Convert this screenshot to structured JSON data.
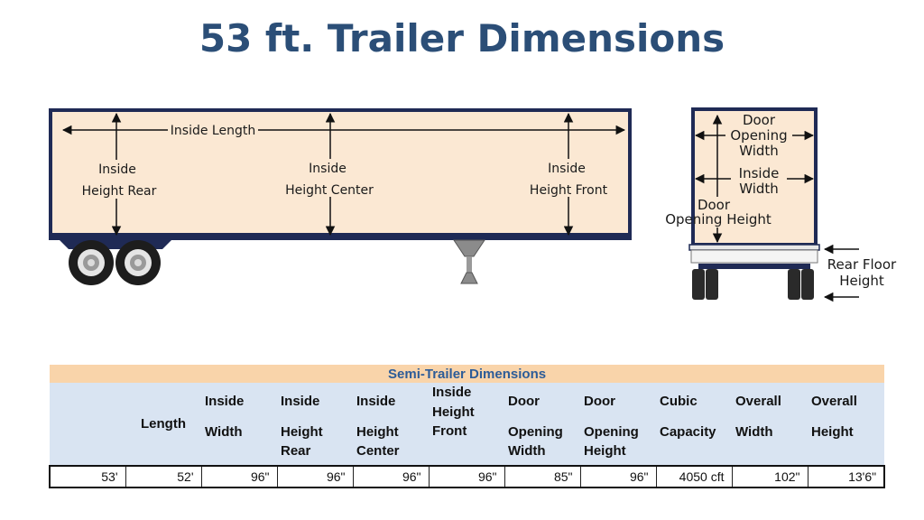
{
  "title": "53 ft. Trailer Dimensions",
  "diagram": {
    "side_labels": {
      "inside_length": "Inside Length",
      "height_rear": [
        "Inside",
        "Height Rear"
      ],
      "height_center": [
        "Inside",
        "Height Center"
      ],
      "height_front": [
        "Inside",
        "Height Front"
      ]
    },
    "rear_labels": {
      "door_opening_width": [
        "Door",
        "Opening",
        "Width"
      ],
      "inside_width": [
        "Inside",
        "Width"
      ],
      "door_opening_height": [
        "Door",
        "Opening Height"
      ],
      "rear_floor_height": [
        "Rear Floor",
        "Height"
      ]
    },
    "colors": {
      "body_fill": "#fbe8d3",
      "frame": "#1f2a55"
    }
  },
  "table": {
    "caption": "Semi-Trailer Dimensions",
    "headers": [
      [
        "",
        "Length",
        ""
      ],
      [
        "Inside",
        "Width",
        ""
      ],
      [
        "Inside",
        "Height",
        "Rear"
      ],
      [
        "Inside",
        "Height",
        "Center"
      ],
      [
        "Inside",
        "Height",
        "Front"
      ],
      [
        "Door",
        "Opening",
        "Width"
      ],
      [
        "Door",
        "Opening",
        "Height"
      ],
      [
        "Cubic",
        "Capacity",
        ""
      ],
      [
        "Overall",
        "Width",
        ""
      ],
      [
        "Overall",
        "Height",
        ""
      ]
    ],
    "row": [
      "53'",
      "52'",
      "96\"",
      "96\"",
      "96\"",
      "96\"",
      "85\"",
      "96\"",
      "4050 cft",
      "102\"",
      "13'6\""
    ]
  }
}
